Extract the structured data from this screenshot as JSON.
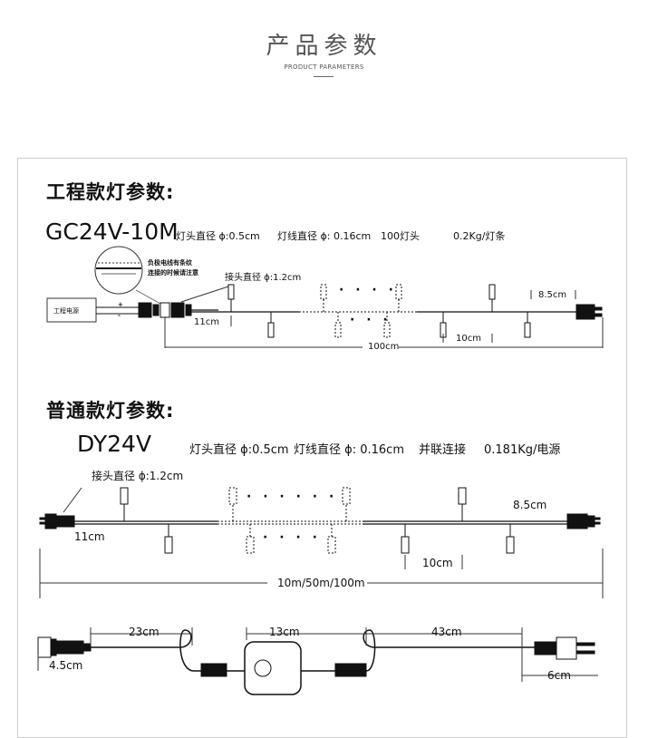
{
  "header": {
    "title": "产品参数",
    "subtitle": "PRODUCT PARAMETERS"
  },
  "engineering": {
    "title": "工程款灯参数:",
    "model": "GC24V-10M",
    "spec_head_diameter": "灯头直径 ɸ:0.5cm",
    "spec_wire_diameter": "灯线直径 ɸ: 0.16cm",
    "spec_head_count": "100灯头",
    "spec_weight": "0.2Kg/灯条",
    "note_line1": "负极电线有条纹",
    "note_line2": "连接的时候请注意",
    "connector_diameter": "接头直径 ɸ:1.2cm",
    "power_label": "工程电源",
    "plus": "+",
    "minus": "-",
    "dots_top": "· · · ·",
    "dots_bottom": "· · ·",
    "dim_start": "11cm",
    "dim_end": "8.5cm",
    "dim_spacing": "10cm",
    "dim_total": "100cm"
  },
  "standard": {
    "title": "普通款灯参数:",
    "model": "DY24V",
    "spec_head_diameter": "灯头直径 ɸ:0.5cm",
    "spec_wire_diameter": "灯线直径 ɸ: 0.16cm",
    "spec_connection": "并联连接",
    "spec_weight": "0.181Kg/电源",
    "connector_diameter": "接头直径 ɸ:1.2cm",
    "dots_top": "· · · · · ·",
    "dots_bottom": "· · · ·",
    "dim_start": "11cm",
    "dim_end": "8.5cm",
    "dim_spacing": "10cm",
    "dim_total": "10m/50m/100m"
  },
  "power_cable": {
    "dim_connector": "4.5cm",
    "dim_lead": "23cm",
    "dim_controller": "13cm",
    "dim_cord": "43cm",
    "dim_plug": "6cm"
  }
}
